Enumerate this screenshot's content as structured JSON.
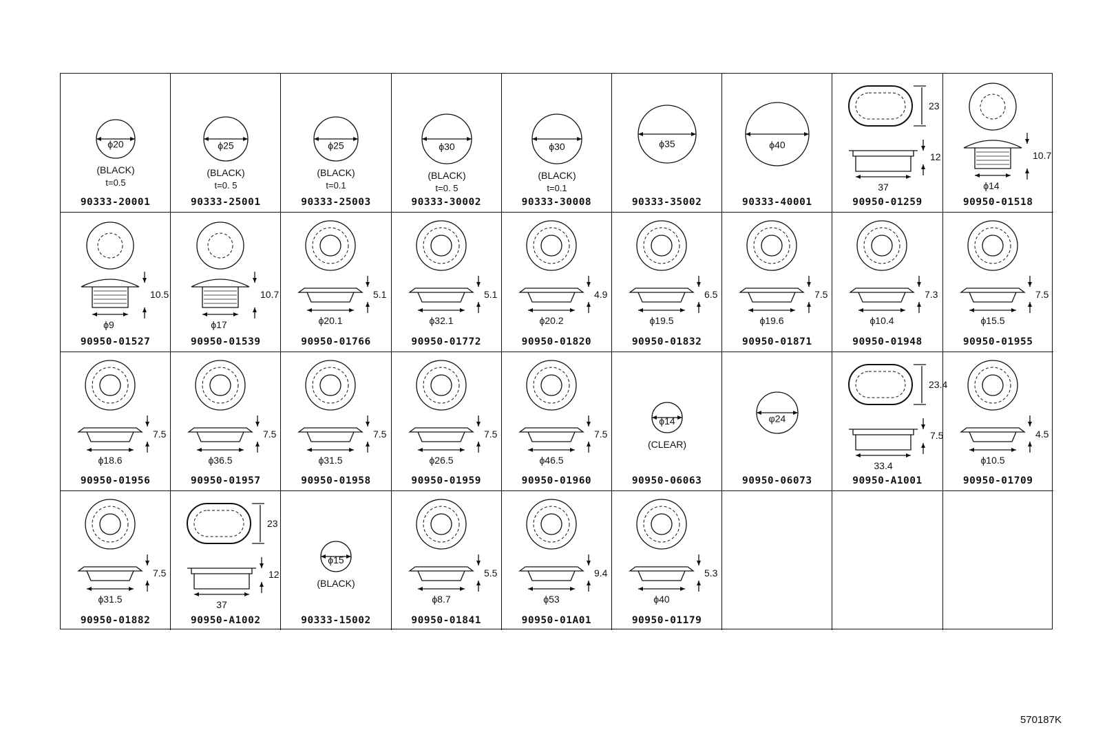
{
  "figure_code": "570187K",
  "cells": [
    {
      "part": "90333-20001",
      "type": "plug",
      "dia": "ϕ20",
      "note1": "(BLACK)",
      "note2": "t=0.5"
    },
    {
      "part": "90333-25001",
      "type": "plug",
      "dia": "ϕ25",
      "note1": "(BLACK)",
      "note2": "t=0. 5"
    },
    {
      "part": "90333-25003",
      "type": "plug",
      "dia": "ϕ25",
      "note1": "(BLACK)",
      "note2": "t=0.1"
    },
    {
      "part": "90333-30002",
      "type": "plug",
      "dia": "ϕ30",
      "note1": "(BLACK)",
      "note2": "t=0. 5"
    },
    {
      "part": "90333-30008",
      "type": "plug",
      "dia": "ϕ30",
      "note1": "(BLACK)",
      "note2": "t=0.1"
    },
    {
      "part": "90333-35002",
      "type": "plug",
      "dia": "ϕ35",
      "note1": "",
      "note2": ""
    },
    {
      "part": "90333-40001",
      "type": "plug",
      "dia": "ϕ40",
      "note1": "",
      "note2": ""
    },
    {
      "part": "90950-01259",
      "type": "oval",
      "w": "37",
      "h1": "23",
      "h2": "12"
    },
    {
      "part": "90950-01518",
      "type": "cap",
      "w": "ϕ14",
      "h": "10.7"
    },
    {
      "part": "90950-01527",
      "type": "cap",
      "w": "ϕ9",
      "h": "10.5"
    },
    {
      "part": "90950-01539",
      "type": "cap",
      "w": "ϕ17",
      "h": "10.7"
    },
    {
      "part": "90950-01766",
      "type": "grommet",
      "w": "ϕ20.1",
      "h": "5.1"
    },
    {
      "part": "90950-01772",
      "type": "grommet",
      "w": "ϕ32.1",
      "h": "5.1"
    },
    {
      "part": "90950-01820",
      "type": "grommet",
      "w": "ϕ20.2",
      "h": "4.9"
    },
    {
      "part": "90950-01832",
      "type": "grommet",
      "w": "ϕ19.5",
      "h": "6.5"
    },
    {
      "part": "90950-01871",
      "type": "grommet",
      "w": "ϕ19.6",
      "h": "7.5"
    },
    {
      "part": "90950-01948",
      "type": "grommet",
      "w": "ϕ10.4",
      "h": "7.3"
    },
    {
      "part": "90950-01955",
      "type": "grommet",
      "w": "ϕ15.5",
      "h": "7.5"
    },
    {
      "part": "90950-01956",
      "type": "grommet",
      "w": "ϕ18.6",
      "h": "7.5"
    },
    {
      "part": "90950-01957",
      "type": "grommet",
      "w": "ϕ36.5",
      "h": "7.5"
    },
    {
      "part": "90950-01958",
      "type": "grommet",
      "w": "ϕ31.5",
      "h": "7.5"
    },
    {
      "part": "90950-01959",
      "type": "grommet",
      "w": "ϕ26.5",
      "h": "7.5"
    },
    {
      "part": "90950-01960",
      "type": "grommet",
      "w": "ϕ46.5",
      "h": "7.5"
    },
    {
      "part": "90950-06063",
      "type": "plug",
      "dia": "ϕ14",
      "note1": "(CLEAR)",
      "note2": ""
    },
    {
      "part": "90950-06073",
      "type": "plug",
      "dia": "φ24",
      "note1": "",
      "note2": ""
    },
    {
      "part": "90950-A1001",
      "type": "oval",
      "w": "33.4",
      "h1": "23.4",
      "h2": "7.5"
    },
    {
      "part": "90950-01709",
      "type": "grommet",
      "w": "ϕ10.5",
      "h": "4.5"
    },
    {
      "part": "90950-01882",
      "type": "grommet",
      "w": "ϕ31.5",
      "h": "7.5"
    },
    {
      "part": "90950-A1002",
      "type": "oval",
      "w": "37",
      "h1": "23",
      "h2": "12"
    },
    {
      "part": "90333-15002",
      "type": "plug",
      "dia": "ϕ15",
      "note1": "(BLACK)",
      "note2": ""
    },
    {
      "part": "90950-01841",
      "type": "grommet",
      "w": "ϕ8.7",
      "h": "5.5"
    },
    {
      "part": "90950-01A01",
      "type": "grommet",
      "w": "ϕ53",
      "h": "9.4"
    },
    {
      "part": "90950-01179",
      "type": "grommet",
      "w": "ϕ40",
      "h": "5.3"
    },
    {
      "part": "",
      "type": "empty"
    },
    {
      "part": "",
      "type": "empty"
    },
    {
      "part": "",
      "type": "empty"
    }
  ]
}
